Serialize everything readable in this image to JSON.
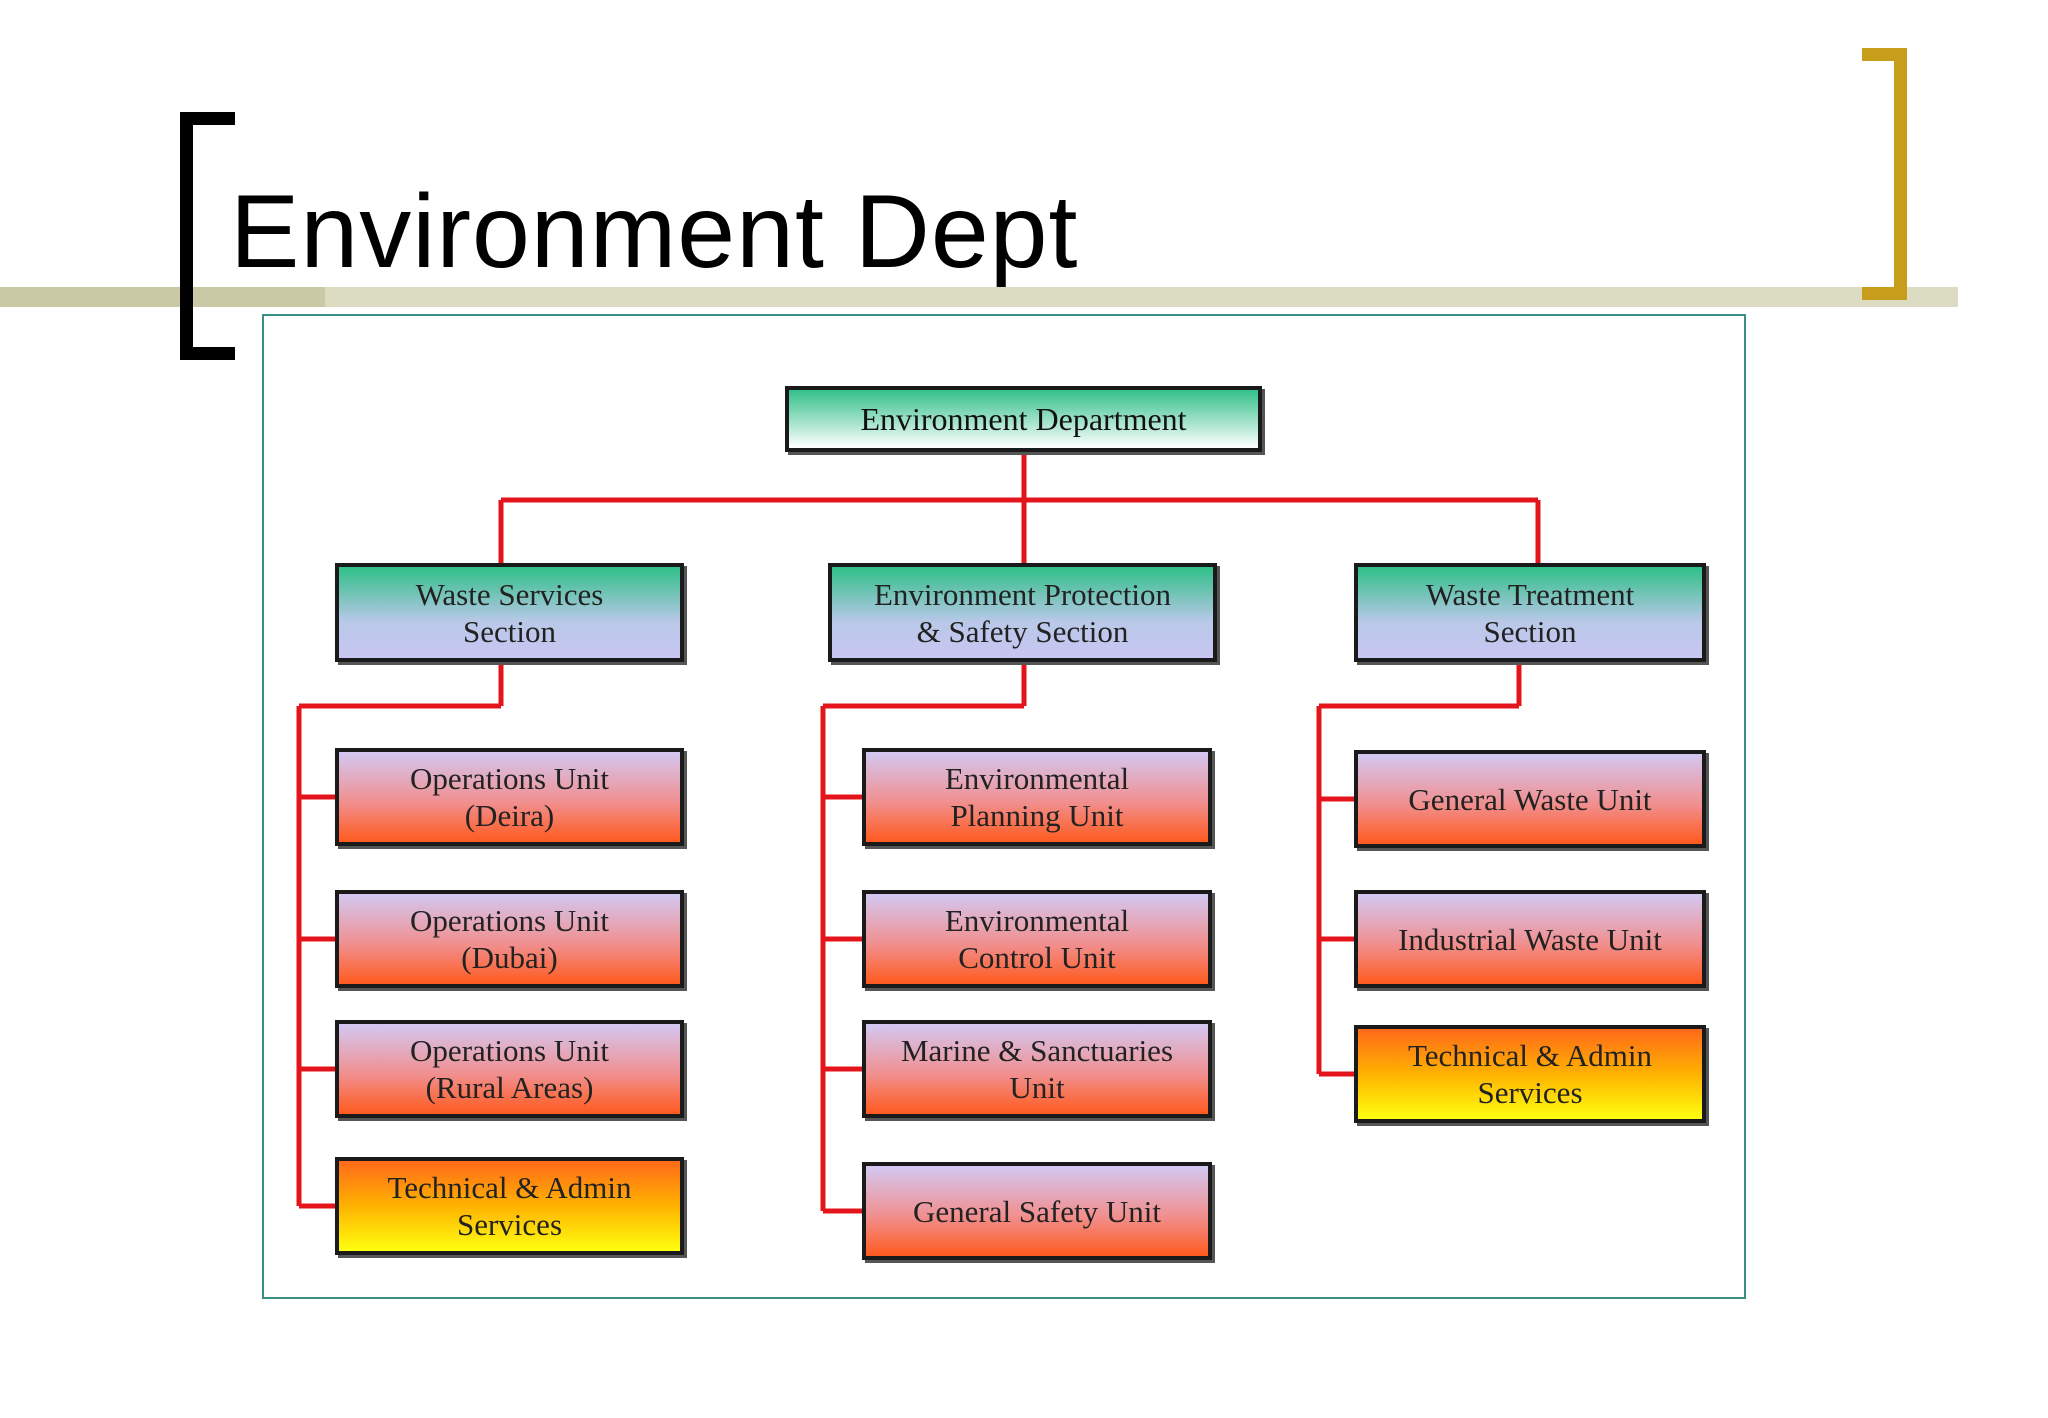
{
  "slide": {
    "title": "Environment Dept"
  },
  "colors": {
    "connector": "#e3141b",
    "bracket_left": "#000000",
    "bracket_right": "#c89d1b",
    "frame_border": "#3a8f84"
  },
  "org": {
    "top": "Environment Department",
    "sections": [
      {
        "label": "Waste Services\nSection",
        "units": [
          {
            "label": "Operations Unit\n(Deira)",
            "kind": "unit"
          },
          {
            "label": "Operations Unit\n(Dubai)",
            "kind": "unit"
          },
          {
            "label": "Operations Unit\n(Rural Areas)",
            "kind": "unit"
          },
          {
            "label": "Technical & Admin\nServices",
            "kind": "tech"
          }
        ]
      },
      {
        "label": "Environment Protection\n& Safety Section",
        "units": [
          {
            "label": "Environmental\nPlanning Unit",
            "kind": "unit"
          },
          {
            "label": "Environmental\nControl Unit",
            "kind": "unit"
          },
          {
            "label": "Marine & Sanctuaries\nUnit",
            "kind": "unit"
          },
          {
            "label": "General Safety Unit",
            "kind": "unit"
          }
        ]
      },
      {
        "label": "Waste Treatment\nSection",
        "units": [
          {
            "label": "General Waste Unit",
            "kind": "unit"
          },
          {
            "label": "Industrial Waste Unit",
            "kind": "unit"
          },
          {
            "label": "Technical & Admin\nServices",
            "kind": "tech"
          }
        ]
      }
    ]
  }
}
